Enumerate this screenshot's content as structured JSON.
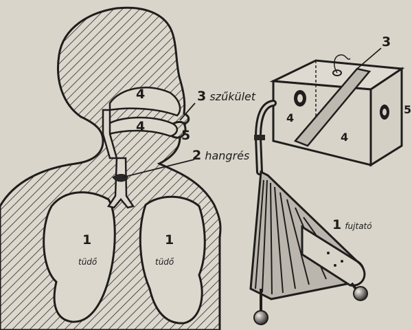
{
  "anatomy": {
    "lung_left": {
      "num": "1",
      "word": "tüdő"
    },
    "lung_right": {
      "num": "1",
      "word": "tüdő"
    },
    "larynx": {
      "num": "2",
      "word": "hangrés"
    },
    "lips": {
      "num": "3",
      "word": "szűkület"
    },
    "cavity_upper": {
      "num": "4"
    },
    "cavity_lower": {
      "num": "4"
    },
    "mouth_opening": {
      "num": "5"
    }
  },
  "model": {
    "restriction": {
      "num": "3"
    },
    "chamber_left": {
      "num": "4"
    },
    "chamber_bottom": {
      "num": "4"
    },
    "outlet": {
      "num": "5"
    },
    "bellows": {
      "num": "1",
      "word": "fujtató"
    }
  }
}
